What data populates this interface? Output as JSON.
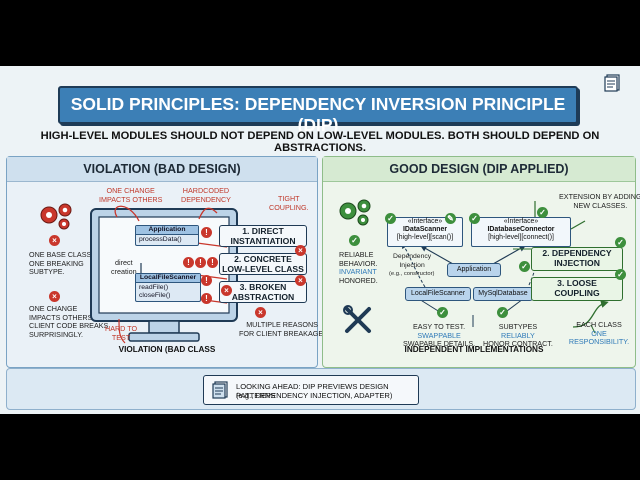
{
  "title": "SOLID PRINCIPLES: DEPENDENCY INVERSION PRINCIPLE (DIP)",
  "subtitle": "HIGH-LEVEL MODULES SHOULD NOT DEPEND ON LOW-LEVEL MODULES. BOTH SHOULD DEPEND ON ABSTRACTIONS.",
  "left": {
    "title": "VIOLATION (BAD DESIGN)",
    "notes": {
      "one_change": "ONE CHANGE\nIMPACTS OTHERS",
      "hardcoded": "HARDCODED\nDEPENDENCY",
      "tight": "TIGHT\nCOUPLING.",
      "base_class": "ONE BASE CLASS,\nONE BREAKING\nSUBTYPE.",
      "direct_creation": "direct\ncreation",
      "hard_to_test": "HARD TO\nTEST",
      "one_change_client": "ONE CHANGE\nIMPACTS OTHERS.\nCLIENT CODE BREAKS\nSURPRISINGLY.",
      "multiple_reasons": "MULTIPLE REASONS\nFOR CLIENT BREAKAGE."
    },
    "app_class": {
      "name": "Application",
      "method": "processData()"
    },
    "scanner_class": {
      "name": "LocalFileScanner",
      "methods": [
        "readFile()",
        "closeFile()"
      ]
    },
    "problems": [
      "1. DIRECT\nINSTANTIATION",
      "2. CONCRETE\nLOW-LEVEL CLASS",
      "3. BROKEN\nABSTRACTION"
    ],
    "caption": "VIOLATION (BAD CLASS"
  },
  "right": {
    "title": "GOOD DESIGN (DIP APPLIED)",
    "iface1": {
      "stereo": "«Interface»",
      "name": "IDataScanner",
      "method": "[high-level][scan()]"
    },
    "iface2": {
      "stereo": "«Interface»",
      "name": "IDatabaseConnector",
      "method": "[high-level][connect()]"
    },
    "extension_note": "EXTENSION BY ADDING\nNEW CLASSES.",
    "reliable": "RELIABLE\nBEHAVIOR.",
    "invariant": "INVARIANT",
    "honored": "HONORED.",
    "dep_injection_note": "Dependency\nInjection",
    "dep_injection_eg": "(e.g., constructor)",
    "application": "Application",
    "local_scanner": "LocalFileScanner",
    "mysql": "MySqlDatabase",
    "easy_test_1": "EASY TO TEST.",
    "swappable": "SWAPPABLE",
    "easy_test_3": "SWAPABLE DETAILS.",
    "subtypes": "SUBTYPES",
    "reliably": "RELIABLY",
    "honor": "HONOR CONTRACT.",
    "benefits": [
      "2. DEPENDENCY\nINJECTION",
      "3. LOOSE\nCOUPLING"
    ],
    "each_class": "EACH CLASS",
    "one_resp": "ONE RESPONSIBILITY.",
    "caption": "INDEPENDENT IMPLEMENTATIONS"
  },
  "bottom": {
    "line1": "LOOKING AHEAD: DIP PREVIEWS DESIGN PATTERNS",
    "line2": "(e.g., DEPENDENCY INJECTION, ADAPTER)"
  },
  "colors": {
    "banner": "#3c7fb6",
    "bad": "#c9372c",
    "good": "#3d8f3d",
    "navy": "#1f3a55"
  }
}
